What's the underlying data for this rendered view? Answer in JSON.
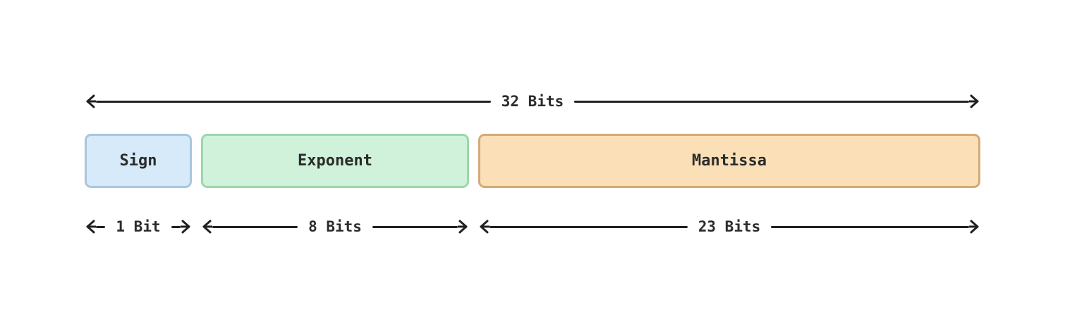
{
  "diagram": {
    "total": {
      "label": "32 Bits"
    },
    "fields": [
      {
        "name": "Sign",
        "bits": "1 Bit",
        "fill": "#d7eafa",
        "border": "#a7c7dd"
      },
      {
        "name": "Exponent",
        "bits": "8 Bits",
        "fill": "#d0f2db",
        "border": "#9cd6ab"
      },
      {
        "name": "Mantissa",
        "bits": "23 Bits",
        "fill": "#fbdfb7",
        "border": "#d3aa77"
      }
    ],
    "colors": {
      "arrow": "#212121",
      "text": "#2b2b2b",
      "background": "#ffffff"
    }
  }
}
